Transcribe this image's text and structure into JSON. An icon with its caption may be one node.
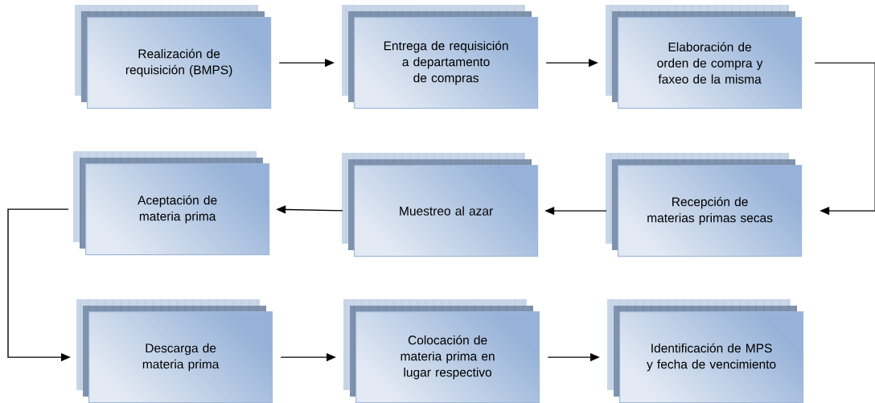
{
  "diagram": {
    "nodes": [
      {
        "text": [
          "Realización de requisición (BMPS)"
        ]
      },
      {
        "text": [
          "Entrega de requisición a departamento de compras"
        ]
      },
      {
        "text": [
          "Elaboración de orden de compra y faxeo de la misma"
        ]
      },
      {
        "text": [
          "Aceptación de materia prima"
        ]
      },
      {
        "text": [
          "Muestreo al azar"
        ]
      },
      {
        "text": [
          "Recepción de materias primas secas"
        ]
      },
      {
        "text": [
          "Descarga de materia prima"
        ]
      },
      {
        "text": [
          "Colocación de materia prima en lugar respectivo"
        ]
      },
      {
        "text": [
          "Identificación de MPS y fecha de vencimiento"
        ]
      }
    ],
    "edges": [
      {
        "from": 0,
        "to": 1,
        "arrow": "to"
      },
      {
        "from": 1,
        "to": 2,
        "arrow": "to"
      },
      {
        "from": 2,
        "to": 5,
        "arrow": "to"
      },
      {
        "from": 5,
        "to": 4,
        "arrow": "to"
      },
      {
        "from": 4,
        "to": 3,
        "arrow": "to"
      },
      {
        "from": 3,
        "to": 6,
        "arrow": "to"
      },
      {
        "from": 6,
        "to": 7,
        "arrow": "to"
      },
      {
        "from": 7,
        "to": 8,
        "arrow": "to"
      }
    ]
  }
}
